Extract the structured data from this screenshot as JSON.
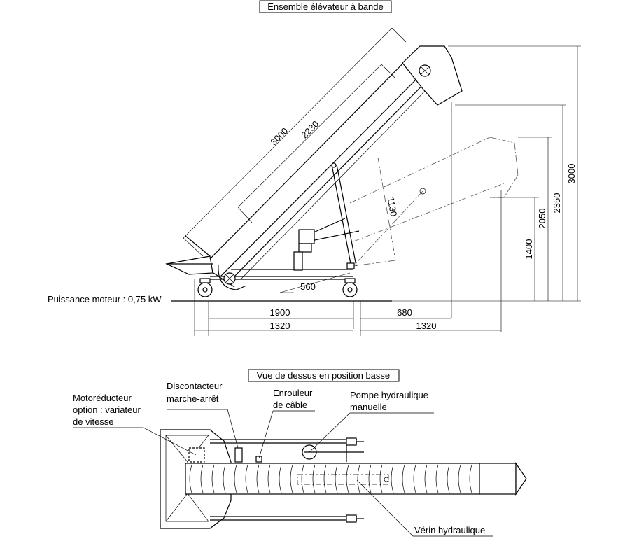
{
  "titles": {
    "side_view": "Ensemble élévateur à bande",
    "top_view": "Vue de dessus en position basse"
  },
  "motor_power": "Puissance moteur : 0,75 kW",
  "dimensions": {
    "belt_length": "3000",
    "belt_inner": "2230",
    "hopper_height_raised": "3000",
    "height_2350": "2350",
    "height_2050": "2050",
    "height_1400": "1400",
    "cylinder_length": "1130",
    "wheelbase": "560",
    "length_1900": "1900",
    "overhang_680": "680",
    "length_1320_left": "1320",
    "length_1320_right": "1320"
  },
  "labels": {
    "motoreducteur_line1": "Motoréducteur",
    "motoreducteur_line2": "option : variateur",
    "motoreducteur_line3": "de vitesse",
    "discontacteur_line1": "Discontacteur",
    "discontacteur_line2": "marche-arrêt",
    "enrouleur_line1": "Enrouleur",
    "enrouleur_line2": "de câble",
    "pompe_line1": "Pompe hydraulique",
    "pompe_line2": "manuelle",
    "verin": "Vérin hydraulique"
  }
}
